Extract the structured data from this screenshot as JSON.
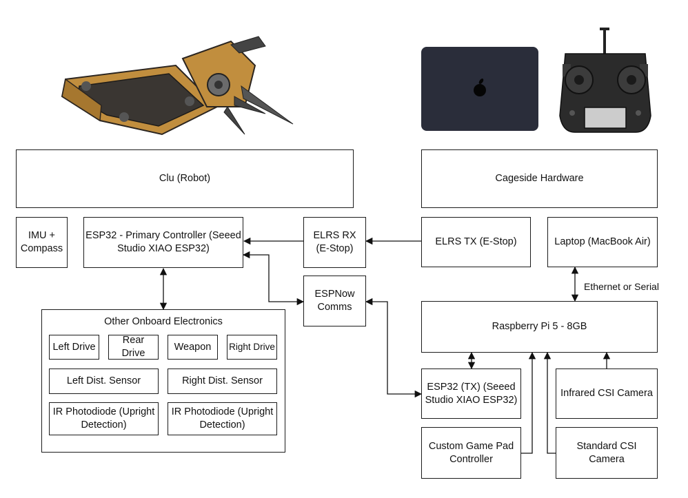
{
  "boxes": {
    "clu": "Clu (Robot)",
    "cageside": "Cageside Hardware",
    "imu": "IMU + Compass",
    "esp32_primary": "ESP32 - Primary Controller (Seeed Studio XIAO ESP32)",
    "elrs_rx": "ELRS RX (E-Stop)",
    "elrs_tx": "ELRS TX (E-Stop)",
    "laptop": "Laptop (MacBook Air)",
    "espnow": "ESPNow Comms",
    "rpi": "Raspberry Pi 5 - 8GB",
    "esp32_tx": "ESP32 (TX) (Seeed Studio XIAO ESP32)",
    "infrared_cam": "Infrared CSI Camera",
    "gamepad": "Custom Game Pad Controller",
    "standard_cam": "Standard CSI Camera"
  },
  "onboard": {
    "title": "Other Onboard Electronics",
    "left_drive": "Left Drive",
    "rear_drive": "Rear Drive",
    "weapon": "Weapon",
    "right_drive": "Right Drive",
    "left_sensor": "Left Dist. Sensor",
    "right_sensor": "Right Dist. Sensor",
    "ir_left": "IR Photodiode (Upright Detection)",
    "ir_right": "IR Photodiode (Upright Detection)"
  },
  "edges": {
    "ethernet_label": "Ethernet or Serial"
  },
  "colors": {
    "robot_body": "#c18e3e",
    "robot_frame": "#3a3632",
    "laptop": "#2a2d3a",
    "controller": "#2b2b2b"
  }
}
